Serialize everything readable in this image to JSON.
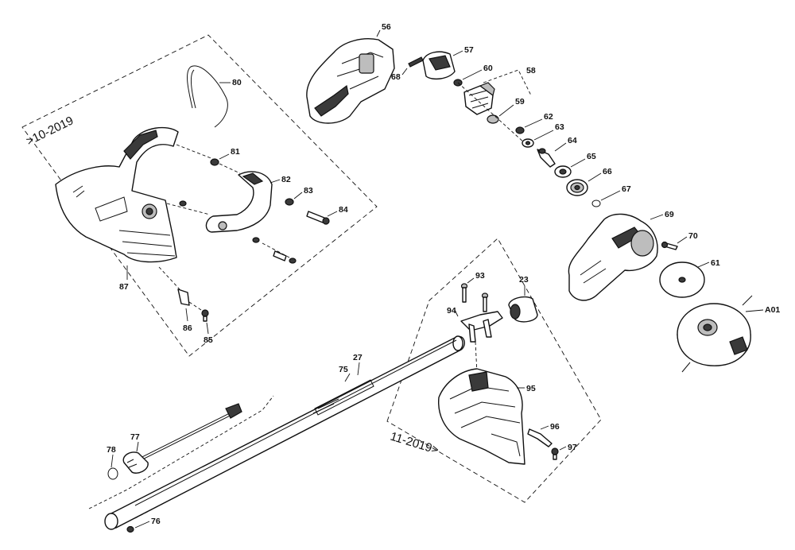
{
  "group_labels": {
    "before": ">10-2019",
    "after": "11-2019>"
  },
  "callouts": {
    "p56": "56",
    "p57": "57",
    "p58": "58",
    "p59": "59",
    "p60": "60",
    "p61": "61",
    "p62": "62",
    "p63": "63",
    "p64": "64",
    "p65": "65",
    "p66": "66",
    "p67": "67",
    "p68": "68",
    "p69": "69",
    "p70": "70",
    "pA01": "A01",
    "p80": "80",
    "p81": "81",
    "p82": "82",
    "p83": "83",
    "p84": "84",
    "p85": "85",
    "p86": "86",
    "p87": "87",
    "p23": "23",
    "p27": "27",
    "p75": "75",
    "p76": "76",
    "p77": "77",
    "p78": "78",
    "p93": "93",
    "p94": "94",
    "p95": "95",
    "p96": "96",
    "p97": "97"
  }
}
